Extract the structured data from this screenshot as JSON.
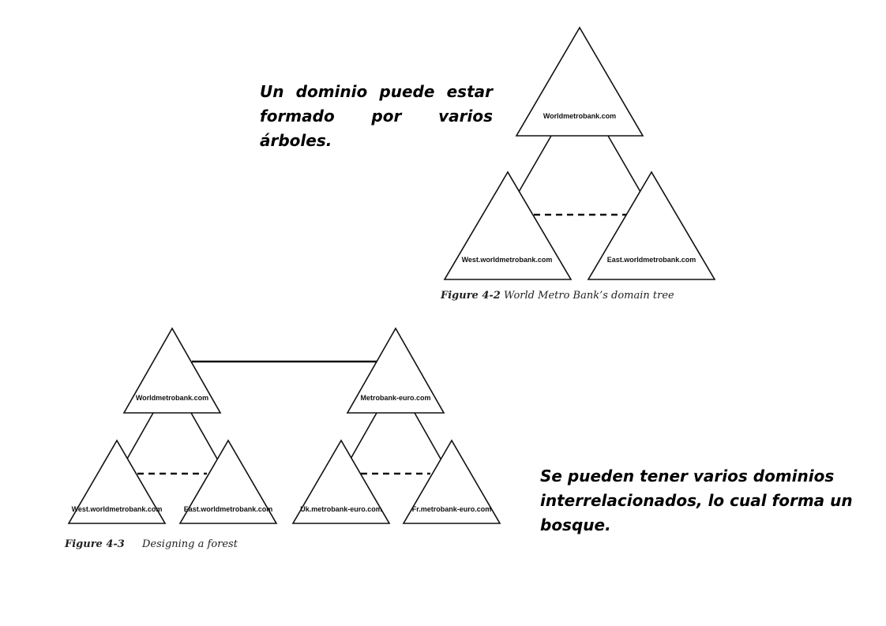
{
  "texts": {
    "tree_description": "Un dominio puede estar formado por varios árboles.",
    "forest_description": "Se pueden tener varios dominios interrelacionados, lo cual forma un bosque."
  },
  "figure_tree": {
    "number": "Figure 4-2",
    "title": "World Metro Bank’s domain tree",
    "nodes": {
      "root": "Worldmetrobank.com",
      "left": "West.worldmetrobank.com",
      "right": "East.worldmetrobank.com"
    }
  },
  "figure_forest": {
    "number": "Figure 4-3",
    "title": "Designing a forest",
    "tree1": {
      "root": "Worldmetrobank.com",
      "left": "West.worldmetrobank.com",
      "right": "East.worldmetrobank.com"
    },
    "tree2": {
      "root": "Metrobank-euro.com",
      "left": "Uk.metrobank-euro.com",
      "right": "Fr.metrobank-euro.com"
    }
  }
}
